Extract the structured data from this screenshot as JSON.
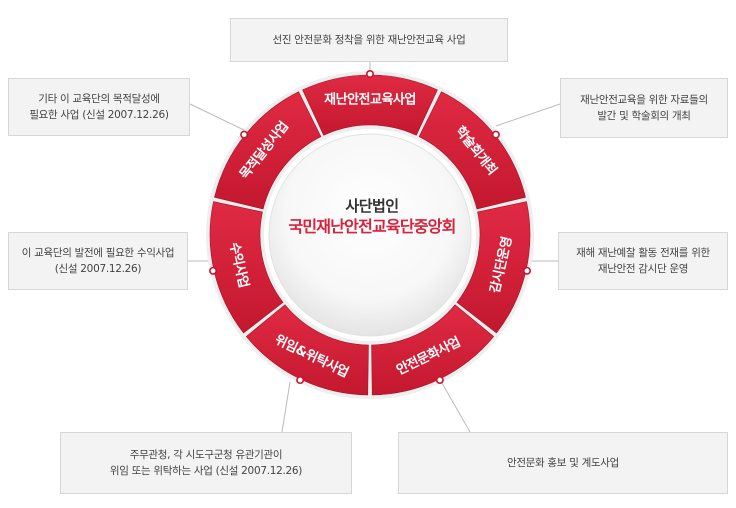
{
  "center": {
    "subtitle": "사단법인",
    "title": "국민재난안전교육단중앙회"
  },
  "segments": [
    "재난안전교육사업",
    "학술회개최",
    "감시단운영",
    "안전문화사업",
    "위임&위탁사업",
    "수익사업",
    "목적달성사업"
  ],
  "boxes": {
    "top": [
      "선진 안전문화 정착을 위한 재난안전교육 사업"
    ],
    "right_top": [
      "재난안전교육을 위한 자료들의",
      "발간 및 학술회의 개최"
    ],
    "right_mid": [
      "재해 재난예찰 활동 전재를 위한",
      "재난안전 감시단 운영"
    ],
    "bottom_right": [
      "안전문화 홍보 및 계도사업"
    ],
    "bottom_left": [
      "주무관청, 각 시도구군청 유관기관이",
      "위임 또는 위탁하는 사업 (신설 2007.12.26)"
    ],
    "left_mid": [
      "이 교육단의 발전에 필요한 수익사업",
      "(신설 2007.12.26)"
    ],
    "left_top": [
      "기타 이 교육단의 목적달성에",
      "필요한 사업 (신설 2007.12.26)"
    ]
  },
  "colors": {
    "ring": "#d8213a",
    "ring_dark": "#b0142a",
    "title_red": "#d8213a",
    "box_bg": "#f3f3f3",
    "connector": "#bbbbbb"
  }
}
